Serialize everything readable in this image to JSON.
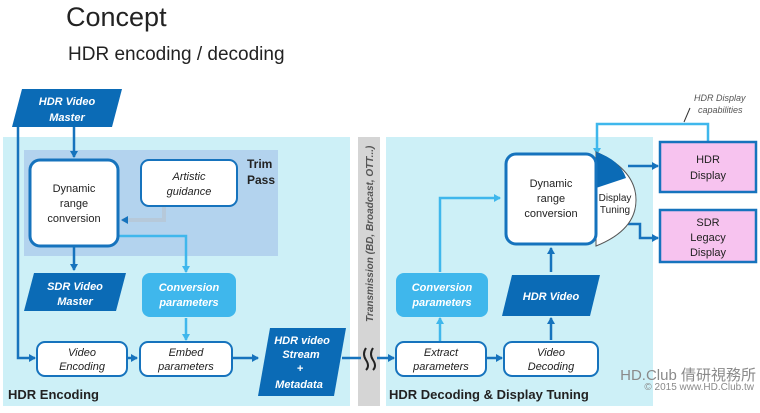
{
  "slide": {
    "title": "Concept",
    "subtitle": "HDR encoding / decoding"
  },
  "diagram": {
    "encoding_panel_label": "HDR Encoding",
    "decoding_panel_label": "HDR Decoding & Display Tuning",
    "transmission_label": "Transmission (BD, Broadcast, OTT...)",
    "trim_pass_line1": "Trim",
    "trim_pass_line2": "Pass",
    "hdr_master_line1": "HDR Video",
    "hdr_master_line2": "Master",
    "drc1_line1": "Dynamic",
    "drc1_line2": "range",
    "drc1_line3": "conversion",
    "artistic_line1": "Artistic",
    "artistic_line2": "guidance",
    "sdr_master_line1": "SDR Video",
    "sdr_master_line2": "Master",
    "conv_params_line1": "Conversion",
    "conv_params_line2": "parameters",
    "video_enc_line1": "Video",
    "video_enc_line2": "Encoding",
    "embed_line1": "Embed",
    "embed_line2": "parameters",
    "stream_line1": "HDR video",
    "stream_line2": "Stream",
    "stream_line3": "+",
    "stream_line4": "Metadata",
    "extract_line1": "Extract",
    "extract_line2": "parameters",
    "conv_params2_line1": "Conversion",
    "conv_params2_line2": "parameters",
    "video_dec_line1": "Video",
    "video_dec_line2": "Decoding",
    "hdr_video": "HDR Video",
    "drc2_line1": "Dynamic",
    "drc2_line2": "range",
    "drc2_line3": "conversion",
    "display_tuning_line1": "Display",
    "display_tuning_line2": "Tuning",
    "hdr_display_line1": "HDR",
    "hdr_display_line2": "Display",
    "sdr_display_line1": "SDR",
    "sdr_display_line2": "Legacy",
    "sdr_display_line3": "Display",
    "capabilities_line1": "HDR Display",
    "capabilities_line2": "capabilities"
  },
  "watermark": {
    "line1": "HD.Club 倩研視務所",
    "line2": "© 2015  www.HD.Club.tw"
  },
  "colors": {
    "panel": "#cdf0f7",
    "trim_panel": "#b3d3ee",
    "dark_blue": "#0b6bb6",
    "light_blue": "#3fb7ec",
    "box_border": "#1673bd",
    "display_pink": "#f7c3ef",
    "transmission_bar": "#d5d5d5"
  }
}
